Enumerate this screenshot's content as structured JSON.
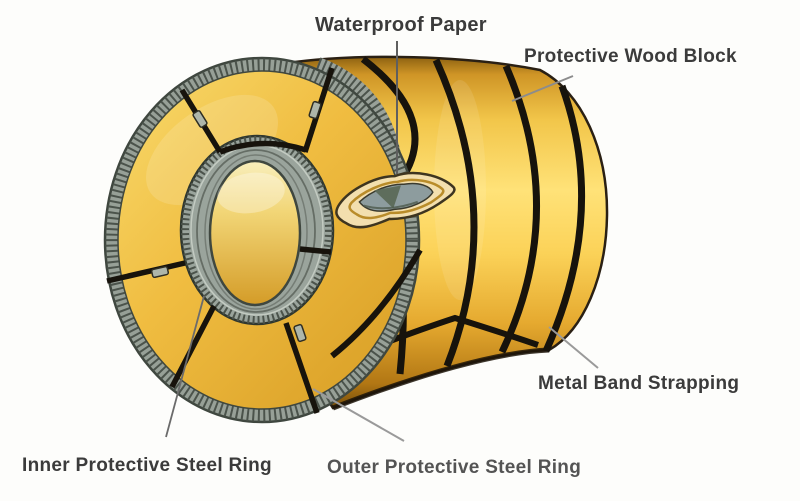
{
  "diagram": {
    "labels": {
      "waterproof_paper": "Waterproof Paper",
      "protective_wood_block": "Protective Wood Block",
      "metal_band_strapping": "Metal Band Strapping",
      "inner_protective_steel_ring": "Inner Protective Steel Ring",
      "outer_protective_steel_ring": "Outer Protective Steel Ring"
    },
    "colors": {
      "background": "#fdfdfb",
      "label_text": "#3b3b3b",
      "leader_line": "#8c8c8c",
      "coil_gold": "#f3c94a",
      "coil_gold_highlight": "#ffe57a",
      "coil_gold_shadow": "#a56f12",
      "steel_ring_gray": "#97a097",
      "steel_ring_tick": "#4b534b",
      "strap_black": "#17130c",
      "paper_cream": "#f3dfae"
    }
  }
}
